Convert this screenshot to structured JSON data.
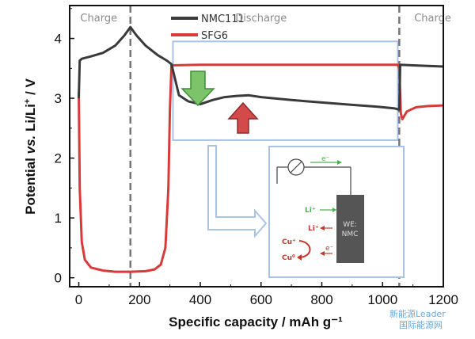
{
  "chart_data": {
    "type": "line",
    "xlabel": "Specific capacity / mAh g⁻¹",
    "ylabel_parts": [
      "Potential ",
      "vs.",
      " Li/Li",
      "+",
      " / V"
    ],
    "xlim": [
      -30,
      1200
    ],
    "ylim": [
      -0.15,
      4.55
    ],
    "xticks": [
      0,
      200,
      400,
      600,
      800,
      1000,
      1200
    ],
    "yticks": [
      0,
      1,
      2,
      3,
      4
    ],
    "grid": false,
    "legend_position": "top-center",
    "region_labels": [
      {
        "text": "Charge",
        "x": 5
      },
      {
        "text": "Discharge",
        "x": 600
      },
      {
        "text": "Charge",
        "x": 1165
      }
    ],
    "vlines": [
      170,
      1055
    ],
    "series": [
      {
        "name": "NMC111",
        "color": "#3a3a3a",
        "points": [
          [
            0,
            3.0
          ],
          [
            3,
            3.63
          ],
          [
            10,
            3.66
          ],
          [
            40,
            3.7
          ],
          [
            80,
            3.76
          ],
          [
            120,
            3.88
          ],
          [
            150,
            4.05
          ],
          [
            170,
            4.19
          ],
          [
            190,
            4.05
          ],
          [
            220,
            3.88
          ],
          [
            260,
            3.72
          ],
          [
            290,
            3.63
          ],
          [
            305,
            3.57
          ],
          [
            330,
            3.05
          ],
          [
            360,
            2.95
          ],
          [
            400,
            2.9
          ],
          [
            440,
            2.97
          ],
          [
            480,
            3.02
          ],
          [
            520,
            3.04
          ],
          [
            560,
            3.05
          ],
          [
            600,
            3.02
          ],
          [
            700,
            2.97
          ],
          [
            800,
            2.93
          ],
          [
            900,
            2.89
          ],
          [
            980,
            2.86
          ],
          [
            1040,
            2.83
          ],
          [
            1055,
            2.81
          ],
          [
            1058,
            3.56
          ],
          [
            1100,
            3.55
          ],
          [
            1150,
            3.54
          ],
          [
            1200,
            3.53
          ]
        ]
      },
      {
        "name": "SFG6",
        "color": "#d83a3a",
        "points": [
          [
            0,
            3.1
          ],
          [
            3,
            1.5
          ],
          [
            10,
            0.6
          ],
          [
            20,
            0.3
          ],
          [
            40,
            0.17
          ],
          [
            80,
            0.12
          ],
          [
            120,
            0.1
          ],
          [
            170,
            0.1
          ],
          [
            220,
            0.11
          ],
          [
            250,
            0.14
          ],
          [
            270,
            0.22
          ],
          [
            285,
            0.5
          ],
          [
            295,
            1.5
          ],
          [
            300,
            2.8
          ],
          [
            305,
            3.55
          ],
          [
            400,
            3.56
          ],
          [
            600,
            3.56
          ],
          [
            800,
            3.56
          ],
          [
            1000,
            3.56
          ],
          [
            1050,
            3.56
          ],
          [
            1055,
            3.5
          ],
          [
            1060,
            2.75
          ],
          [
            1065,
            2.65
          ],
          [
            1080,
            2.78
          ],
          [
            1110,
            2.85
          ],
          [
            1150,
            2.87
          ],
          [
            1200,
            2.88
          ]
        ]
      }
    ],
    "annotations": {
      "zoom_box": [
        [
          310,
          2.3
        ],
        [
          1050,
          3.95
        ]
      ],
      "inset_labels": {
        "electron": "e⁻",
        "li_plus": "Li⁺",
        "cu_plus": "Cu⁺",
        "cu_zero": "Cu⁰",
        "electrode": [
          "WE:",
          "NMC"
        ]
      }
    }
  },
  "watermark": [
    "新能源Leader",
    "国际能源网"
  ]
}
